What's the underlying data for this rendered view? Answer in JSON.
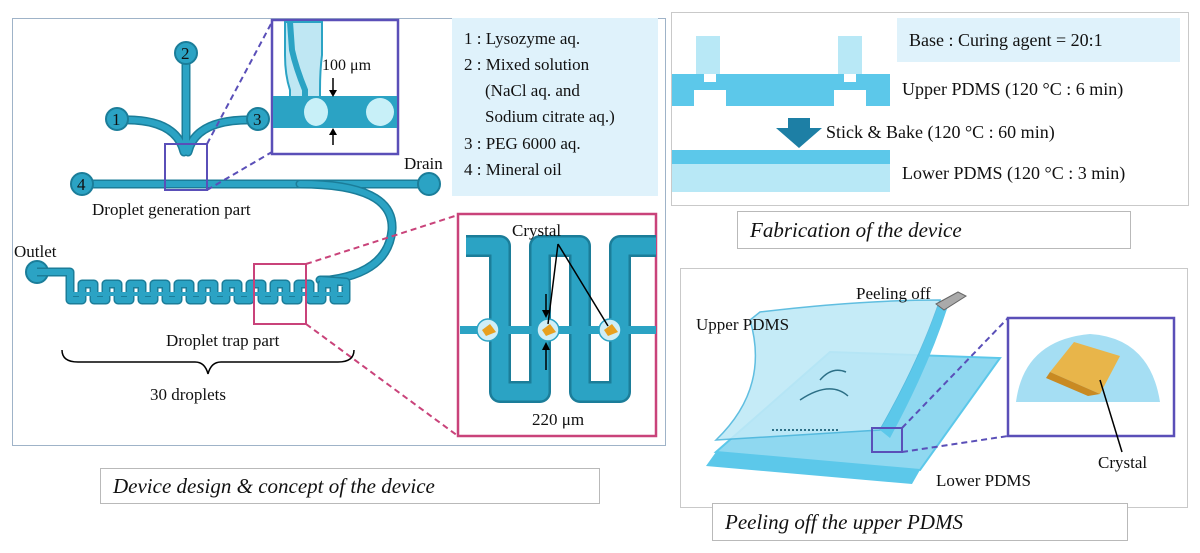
{
  "panel_a": {
    "legend": [
      "1 : Lysozyme aq.",
      "2 : Mixed solution",
      "(NaCl aq. and",
      "Sodium citrate aq.)",
      "3 : PEG 6000 aq.",
      "4 : Mineral oil"
    ],
    "inlet_numbers": [
      "1",
      "2",
      "3",
      "4"
    ],
    "drain_label": "Drain",
    "outlet_label": "Outlet",
    "generation_label": "Droplet generation part",
    "trap_label": "Droplet trap part",
    "droplets_label": "30 droplets",
    "zoom_channel_label": "100 μm",
    "crystal_label": "Crystal",
    "zoom_trap_label": "220 μm",
    "caption": "Device design & concept of the device"
  },
  "panel_b": {
    "recipe": "Base : Curing agent = 20:1",
    "upper_label": "Upper PDMS (120 °C : 6 min)",
    "bake_label": "Stick & Bake (120 °C : 60 min)",
    "lower_label": "Lower PDMS (120 °C : 3 min)",
    "caption": "Fabrication of the device"
  },
  "panel_c": {
    "peeling_label": "Peeling off",
    "upper_label": "Upper PDMS",
    "lower_label": "Lower PDMS",
    "crystal_label": "Crystal",
    "caption": "Peeling off the upper PDMS"
  },
  "colors": {
    "channel": "#2ba3c4",
    "channel_dark": "#1b7d99",
    "zoom_purple": "#5a4fb8",
    "zoom_pink": "#c9437a",
    "pdms_light": "#b8e8f6",
    "pdms": "#5cc8ea",
    "crystal": "#e8a020"
  }
}
